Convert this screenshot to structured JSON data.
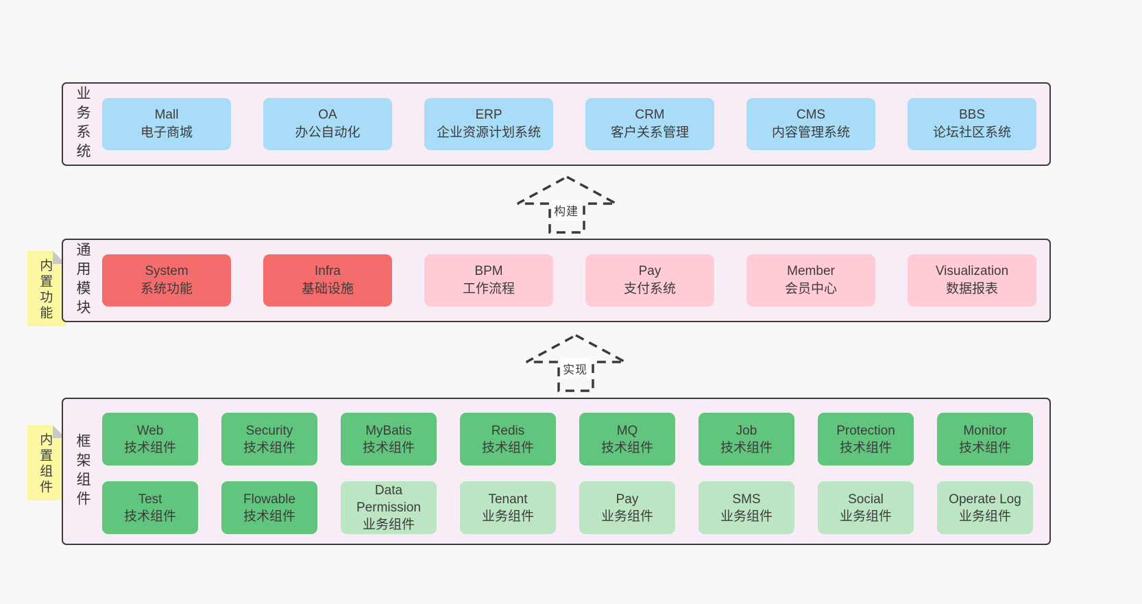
{
  "diagram": {
    "colors": {
      "page_bg": "#f8f8f8",
      "panel_bg": "#f8edf6",
      "panel_border": "#3b3b3b",
      "blue_box": "#a9dcf6",
      "red_box": "#f56c6c",
      "pink_box": "#ffccd6",
      "green_box": "#62c57d",
      "light_green_box": "#bce5c3",
      "note_yellow": "#fbf8a1",
      "note_fold_gray": "#c8c8c8",
      "text": "#3c3c3c"
    },
    "arrows": [
      {
        "label": "构建"
      },
      {
        "label": "实现"
      }
    ],
    "layers": [
      {
        "label": "业务系统",
        "boxes": [
          {
            "title": "Mall",
            "subtitle": "电子商城",
            "variant": "blue"
          },
          {
            "title": "OA",
            "subtitle": "办公自动化",
            "variant": "blue"
          },
          {
            "title": "ERP",
            "subtitle": "企业资源计划系统",
            "variant": "blue"
          },
          {
            "title": "CRM",
            "subtitle": "客户关系管理",
            "variant": "blue"
          },
          {
            "title": "CMS",
            "subtitle": "内容管理系统",
            "variant": "blue"
          },
          {
            "title": "BBS",
            "subtitle": "论坛社区系统",
            "variant": "blue"
          }
        ]
      },
      {
        "label": "通用模块",
        "note": "内置功能",
        "boxes": [
          {
            "title": "System",
            "subtitle": "系统功能",
            "variant": "red"
          },
          {
            "title": "Infra",
            "subtitle": "基础设施",
            "variant": "red"
          },
          {
            "title": "BPM",
            "subtitle": "工作流程",
            "variant": "pink"
          },
          {
            "title": "Pay",
            "subtitle": "支付系统",
            "variant": "pink"
          },
          {
            "title": "Member",
            "subtitle": "会员中心",
            "variant": "pink"
          },
          {
            "title": "Visualization",
            "subtitle": "数据报表",
            "variant": "pink"
          }
        ]
      },
      {
        "label": "框架组件",
        "note": "内置组件",
        "rows": [
          [
            {
              "title": "Web",
              "subtitle": "技术组件",
              "variant": "green"
            },
            {
              "title": "Security",
              "subtitle": "技术组件",
              "variant": "green"
            },
            {
              "title": "MyBatis",
              "subtitle": "技术组件",
              "variant": "green"
            },
            {
              "title": "Redis",
              "subtitle": "技术组件",
              "variant": "green"
            },
            {
              "title": "MQ",
              "subtitle": "技术组件",
              "variant": "green"
            },
            {
              "title": "Job",
              "subtitle": "技术组件",
              "variant": "green"
            },
            {
              "title": "Protection",
              "subtitle": "技术组件",
              "variant": "green"
            },
            {
              "title": "Monitor",
              "subtitle": "技术组件",
              "variant": "green"
            }
          ],
          [
            {
              "title": "Test",
              "subtitle": "技术组件",
              "variant": "green"
            },
            {
              "title": "Flowable",
              "subtitle": "技术组件",
              "variant": "green"
            },
            {
              "title": "Data Permission",
              "subtitle": "业务组件",
              "variant": "light-green"
            },
            {
              "title": "Tenant",
              "subtitle": "业务组件",
              "variant": "light-green"
            },
            {
              "title": "Pay",
              "subtitle": "业务组件",
              "variant": "light-green"
            },
            {
              "title": "SMS",
              "subtitle": "业务组件",
              "variant": "light-green"
            },
            {
              "title": "Social",
              "subtitle": "业务组件",
              "variant": "light-green"
            },
            {
              "title": "Operate Log",
              "subtitle": "业务组件",
              "variant": "light-green"
            }
          ]
        ]
      }
    ]
  }
}
